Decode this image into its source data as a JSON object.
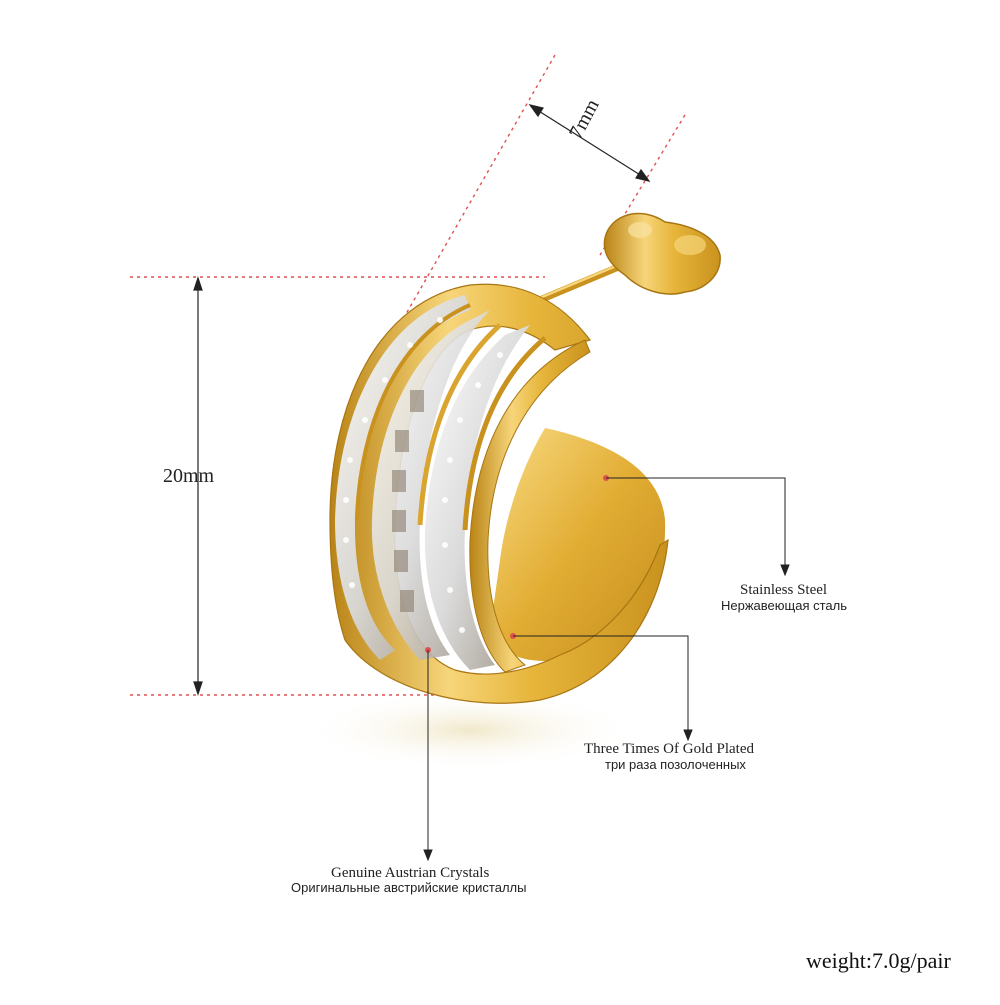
{
  "dimensions": {
    "height_label": "20mm",
    "width_label": "7mm"
  },
  "callouts": {
    "steel": {
      "en": "Stainless Steel",
      "ru": "Нержавеющая сталь"
    },
    "plating": {
      "en": "Three Times Of Gold Plated",
      "ru": "три раза позолоченных"
    },
    "crystals": {
      "en": "Genuine Austrian Crystals",
      "ru": "Оригинальные австрийские кристаллы"
    }
  },
  "weight_text": "weight:7.0g/pair",
  "colors": {
    "gold_light": "#f7d57a",
    "gold_mid": "#e6b53a",
    "gold_dark": "#b98416",
    "guide_red": "#e05050",
    "line": "#222222",
    "background": "#ffffff"
  }
}
